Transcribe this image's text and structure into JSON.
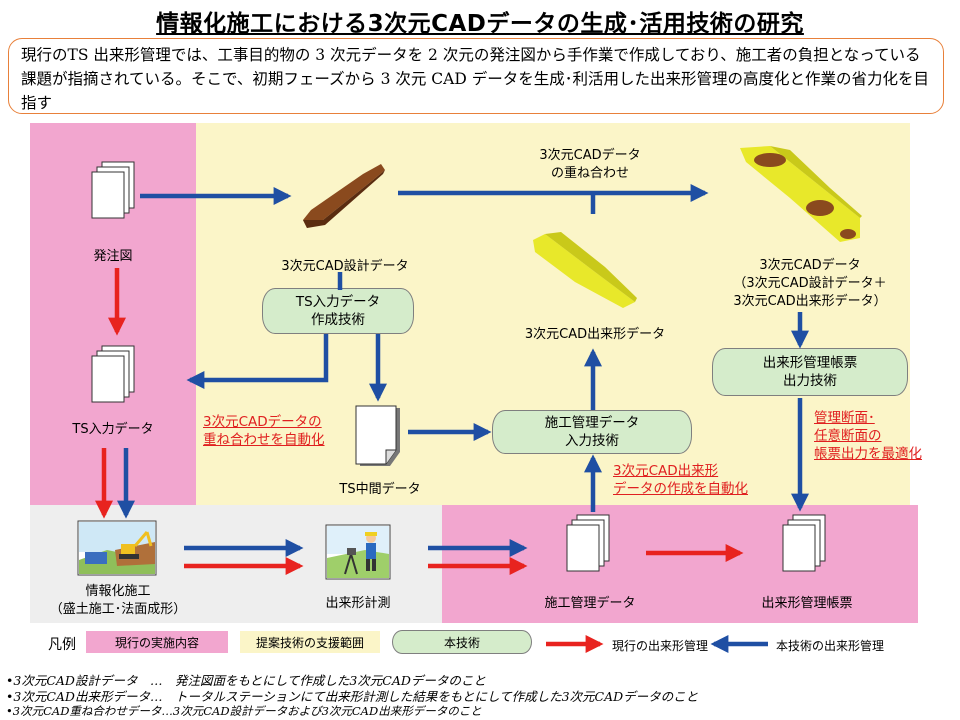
{
  "title": "情報化施工における3次元CADデータの生成･活用技術の研究",
  "summary": "現行のTS 出来形管理では、工事目的物の 3 次元データを 2 次元の発注図から手作業で作成しており、施工者の負担となっている課題が指摘されている。そこで、初期フェーズから 3 次元 CAD データを生成･利活用した出来形管理の高度化と作業の省力化を目指す",
  "nodes": {
    "order_drawing": "発注図",
    "ts_input_data": "TS入力データ",
    "design_3d": "3次元CAD設計データ",
    "ts_input_tech_1": "TS入力データ",
    "ts_input_tech_2": "作成技術",
    "overlay_1": "3次元CADデータ",
    "overlay_2": "の重ね合わせ",
    "asbuilt_3d": "3次元CAD出来形データ",
    "merged_1": "3次元CADデータ",
    "merged_2": "（3次元CAD設計データ＋",
    "merged_3": "3次元CAD出来形データ）",
    "ts_intermediate": "TS中間データ",
    "const_mgmt_tech_1": "施工管理データ",
    "const_mgmt_tech_2": "入力技術",
    "ledger_tech_1": "出来形管理帳票",
    "ledger_tech_2": "出力技術",
    "ict_construction_1": "情報化施工",
    "ict_construction_2": "（盛土施工･法面成形）",
    "asbuilt_survey": "出来形計測",
    "const_mgmt_data": "施工管理データ",
    "ledger": "出来形管理帳票"
  },
  "notes": {
    "auto_overlay_1": "3次元CADデータの",
    "auto_overlay_2": "重ね合わせを自動化",
    "auto_asbuilt_1": "3次元CAD出来形",
    "auto_asbuilt_2": "データの作成を自動化",
    "optimize_1": "管理断面･",
    "optimize_2": "任意断面の",
    "optimize_3": "帳票出力を最適化"
  },
  "legend": {
    "title": "凡例",
    "current": "現行の実施内容",
    "support": "提案技術の支援範囲",
    "tech": "本技術",
    "red_arrow": "現行の出来形管理",
    "blue_arrow": "本技術の出来形管理"
  },
  "footnotes": [
    "•3次元CAD設計データ　…　発注図面をもとにして作成した3次元CADデータのこと",
    "•3次元CAD出来形データ…　トータルステーションにて出来形計測した結果をもとにして作成した3次元CADデータのこと",
    "•3次元CAD重ね合わせデータ…3次元CAD設計データおよび3次元CAD出来形データのこと"
  ],
  "colors": {
    "pink": "#f2a6cf",
    "yellow": "#fbf5c8",
    "gray": "#eeeeee",
    "green": "#d5eccb",
    "red": "#e8231f",
    "blue": "#1f4fa3",
    "orange_border": "#e8803a"
  }
}
